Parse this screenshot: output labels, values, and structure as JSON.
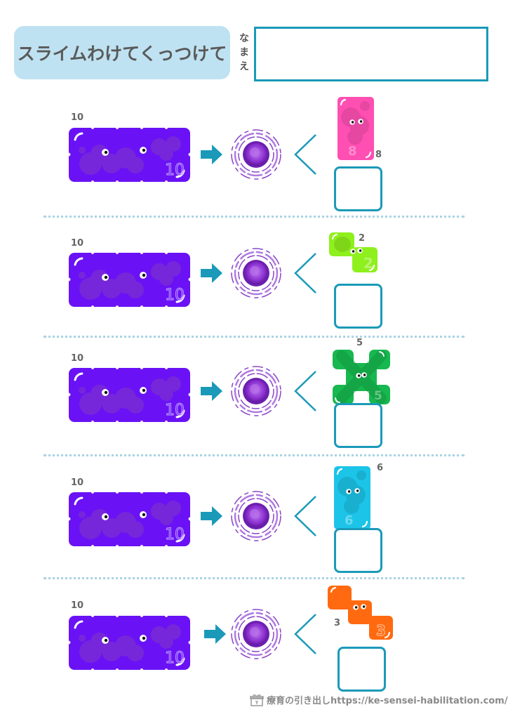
{
  "header": {
    "title": "スライムわけてくっつけて",
    "name_label_chars": [
      "な",
      "ま",
      "え"
    ],
    "name_input_value": ""
  },
  "colors": {
    "big_slime": "#6a12f5",
    "accent": "#1a9ab8",
    "title_bg": "#bfe2f2",
    "divider": "#a9d3e3"
  },
  "rows": [
    {
      "big_value": "10",
      "big_digit": "10",
      "piece_value": "8",
      "piece_digit": "8",
      "piece_color": "#ff4fb3",
      "piece_shape": "tall-rect",
      "answer": ""
    },
    {
      "big_value": "10",
      "big_digit": "10",
      "piece_value": "2",
      "piece_digit": "2",
      "piece_color": "#8ef01c",
      "piece_shape": "two-squares-diagonal",
      "answer": ""
    },
    {
      "big_value": "10",
      "big_digit": "10",
      "piece_value": "5",
      "piece_digit": "5",
      "piece_color": "#17b84f",
      "piece_shape": "x-cross",
      "answer": ""
    },
    {
      "big_value": "10",
      "big_digit": "10",
      "piece_value": "6",
      "piece_digit": "6",
      "piece_color": "#1cc4e8",
      "piece_shape": "tall-rect",
      "answer": ""
    },
    {
      "big_value": "10",
      "big_digit": "10",
      "piece_value": "3",
      "piece_digit": "3",
      "piece_color": "#ff6a10",
      "piece_shape": "three-squares-diagonal",
      "answer": ""
    }
  ],
  "footer": {
    "icon": "gift-icon",
    "text": "療育の引き出しhttps://ke-sensei-habilitation.com/"
  }
}
